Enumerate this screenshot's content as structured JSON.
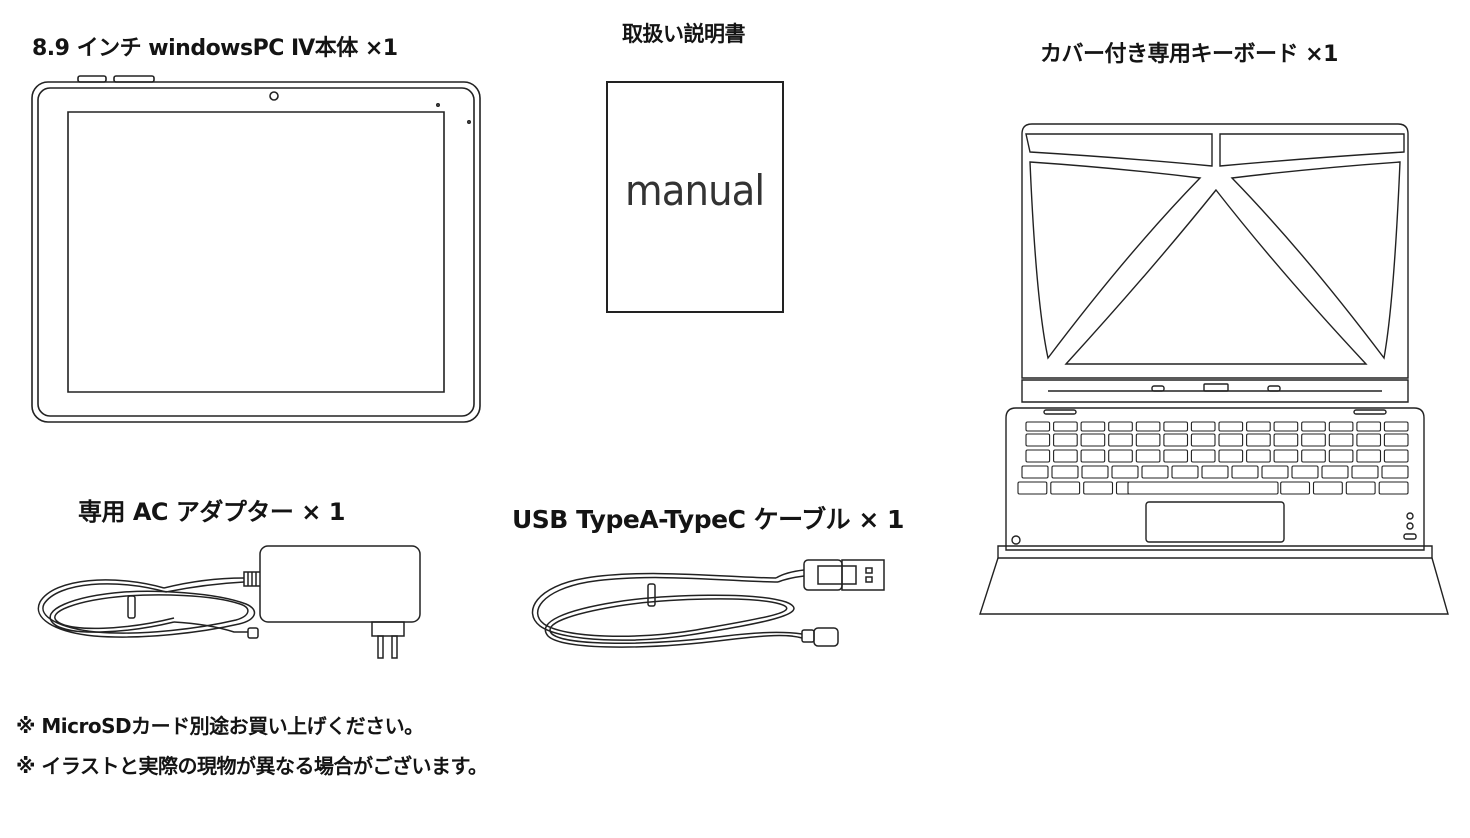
{
  "labels": {
    "tablet": "8.9 インチ windowsPC Ⅳ本体 ×1",
    "manual": "取扱い説明書",
    "keyboard": "カバー付き専用キーボード ×1",
    "adapter": "専用 AC アダプター × 1",
    "cable": "USB TypeA-TypeC ケーブル × 1"
  },
  "manual_cover_text": "manual",
  "notes": [
    "※ MicroSDカード別途お買い上げください。",
    "※ イラストと実際の現物が異なる場合がございます。"
  ],
  "icons": {
    "tablet": "tablet-illustration",
    "manual": "manual-booklet-illustration",
    "keyboard": "keyboard-cover-illustration",
    "adapter": "ac-adapter-illustration",
    "cable": "usb-cable-illustration"
  }
}
